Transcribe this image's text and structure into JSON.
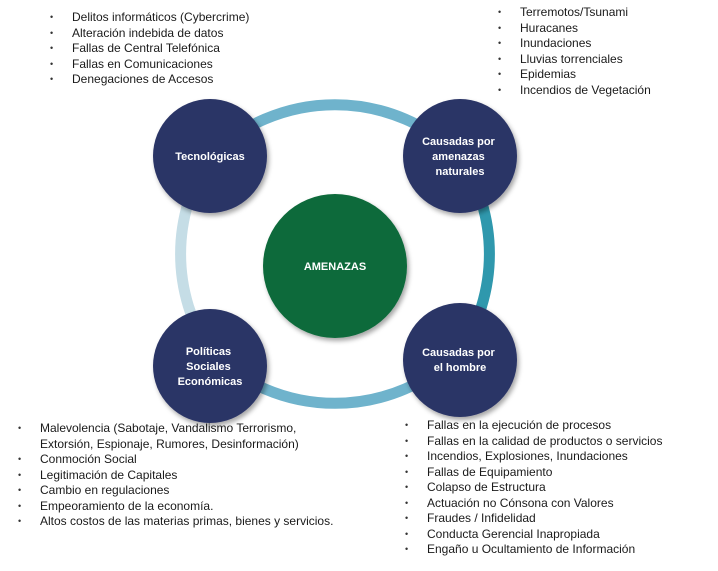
{
  "center": {
    "label": "AMENAZAS"
  },
  "nodes": {
    "tech": {
      "lines": [
        "Tecnológicas"
      ]
    },
    "natural": {
      "lines": [
        "Causadas por",
        "amenazas",
        "naturales"
      ]
    },
    "social": {
      "lines": [
        "Políticas",
        "Sociales",
        "Económicas"
      ]
    },
    "human": {
      "lines": [
        "Causadas por",
        "el hombre"
      ]
    }
  },
  "lists": {
    "tech": [
      "Delitos informáticos (Cybercrime)",
      "Alteración indebida de datos",
      "Fallas de Central Telefónica",
      "Fallas en Comunicaciones",
      "Denegaciones de Accesos"
    ],
    "natural": [
      "Terremotos/Tsunami",
      "Huracanes",
      "Inundaciones",
      "Lluvias torrenciales",
      "Epidemias",
      "Incendios  de Vegetación"
    ],
    "social": [
      "Malevolencia (Sabotaje, Vandalismo Terrorismo, Extorsión, Espionaje, Rumores, Desinformación)",
      "Conmoción Social",
      "Legitimación de Capitales",
      "Cambio en regulaciones",
      "Empeoramiento de la economía.",
      "Altos costos de las materias primas, bienes y servicios."
    ],
    "human": [
      "Fallas en la ejecución de procesos",
      "Fallas en la calidad de productos o servicios",
      "Incendios, Explosiones, Inundaciones",
      "Fallas de Equipamiento",
      "Colapso de Estructura",
      "Actuación no Cónsona con Valores",
      "Fraudes / Infidelidad",
      "Conducta Gerencial Inapropiada",
      "Engaño u Ocultamiento de Información"
    ]
  },
  "colors": {
    "node_fill": "#2b3466",
    "center_fill": "#0f6a3b",
    "ring_light": "#c5dde6",
    "ring_mid": "#6fb3cc",
    "ring_dark": "#2f98ad"
  }
}
